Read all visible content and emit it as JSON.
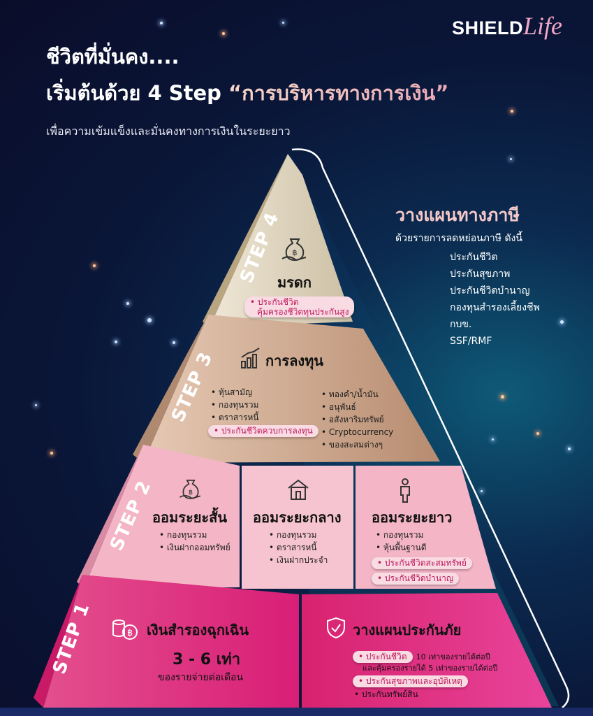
{
  "brand": {
    "part1": "SHIELD",
    "part2": "Life"
  },
  "header": {
    "line1": "ชีวิตที่มั่นคง....",
    "line2_prefix": "เริ่มต้นด้วย 4 Step ",
    "line2_quote": "“การบริหารทางการเงิน”",
    "subtitle": "เพื่อความเข้มแข็งและมั่นคงทางการเงินในระยะยาว"
  },
  "tax": {
    "title": "วางแผนทางภาษี",
    "subtitle": "ด้วยรายการลดหย่อนภาษี ดังนี้",
    "items": [
      "ประกันชีวิต",
      "ประกันสุขภาพ",
      "ประกันชีวิตบำนาญ",
      "กองทุนสำรองเลี้ยงชีพ",
      "กบข.",
      "SSF/RMF"
    ]
  },
  "step4": {
    "label": "STEP 4",
    "title": "มรดก",
    "pill_line1": "ประกันชีวิต",
    "pill_line2": "คุ้มครองชีวิตทุนประกันสูง"
  },
  "step3": {
    "label": "STEP 3",
    "title": "การลงทุน",
    "left": [
      "หุ้นสามัญ",
      "กองทุนรวม",
      "ตราสารหนี้"
    ],
    "left_pill": "ประกันชีวิตควบการลงทุน",
    "right": [
      "ทองคำ/น้ำมัน",
      "อนุพันธ์",
      "อสังหาริมทรัพย์",
      "Cryptocurrency",
      "ของสะสมต่างๆ"
    ]
  },
  "step2": {
    "label": "STEP 2",
    "short": {
      "title": "ออมระยะสั้น",
      "items": [
        "กองทุนรวม",
        "เงินฝากออมทรัพย์"
      ]
    },
    "mid": {
      "title": "ออมระยะกลาง",
      "items": [
        "กองทุนรวม",
        "ตราสารหนี้",
        "เงินฝากประจำ"
      ]
    },
    "long": {
      "title": "ออมระยะยาว",
      "items": [
        "กองทุนรวม",
        "หุ้นพื้นฐานดี"
      ],
      "pills": [
        "ประกันชีวิตสะสมทรัพย์",
        "ประกันชีวิตบำนาญ"
      ]
    }
  },
  "step1": {
    "label": "STEP 1",
    "emergency": {
      "title": "เงินสำรองฉุกเฉิน",
      "big": "3 - 6 เท่า",
      "sub": "ของรายจ่ายต่อเดือน"
    },
    "insurance": {
      "title": "วางแผนประกันภัย",
      "pill1": "ประกันชีวิต",
      "pill1_text": "10 เท่าของรายได้ต่อปี",
      "pill1_text2": "และคุ้มครองรายได้ 5 เท่าของรายได้ต่อปี",
      "pill2": "ประกันสุขภาพและอุบัติเหตุ",
      "item3": "ประกันทรัพย์สิน"
    }
  },
  "colors": {
    "pink": "#e0337f",
    "tan": "#c99e82",
    "beige": "#e7ddc6",
    "rose": "#f4b8c8"
  }
}
